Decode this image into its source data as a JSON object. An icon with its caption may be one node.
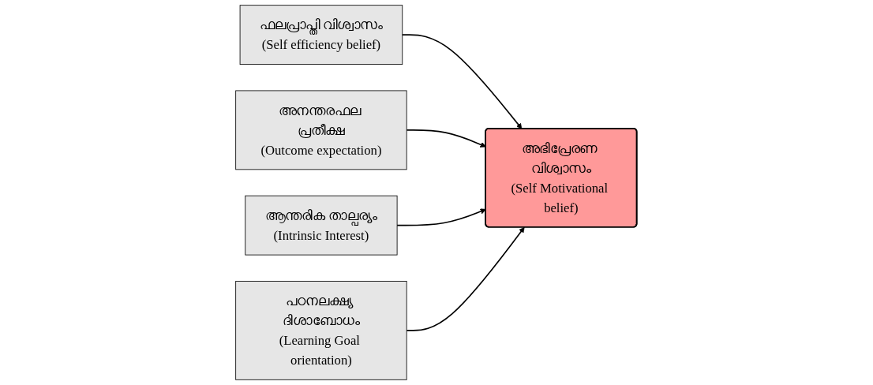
{
  "diagram": {
    "nodes": [
      {
        "text": [
          "ഫലപ്രാപ്തി വിശ്വാസം",
          "(Self efficiency belief)"
        ]
      },
      {
        "text": [
          "അനന്തരഫല പ്രതീക്ഷ",
          "(Outcome expectation)"
        ]
      },
      {
        "text": [
          "അഭിപ്രേരണ വിശ്വാസം",
          "(Self Motivational belief)"
        ]
      },
      {
        "text": [
          "ആന്തരിക താല്പര്യം",
          "(Intrinsic Interest)"
        ]
      },
      {
        "text": [
          "പഠനലക്ഷ്യ ദിശാബോധം",
          "(Learning Goal orientation)"
        ]
      }
    ],
    "edges": [
      {
        "from": 0,
        "to": 2,
        "arrow": "to"
      },
      {
        "from": 1,
        "to": 2,
        "arrow": "to"
      },
      {
        "from": 3,
        "to": 2,
        "arrow": "to"
      },
      {
        "from": 4,
        "to": 2,
        "arrow": "to"
      }
    ]
  }
}
